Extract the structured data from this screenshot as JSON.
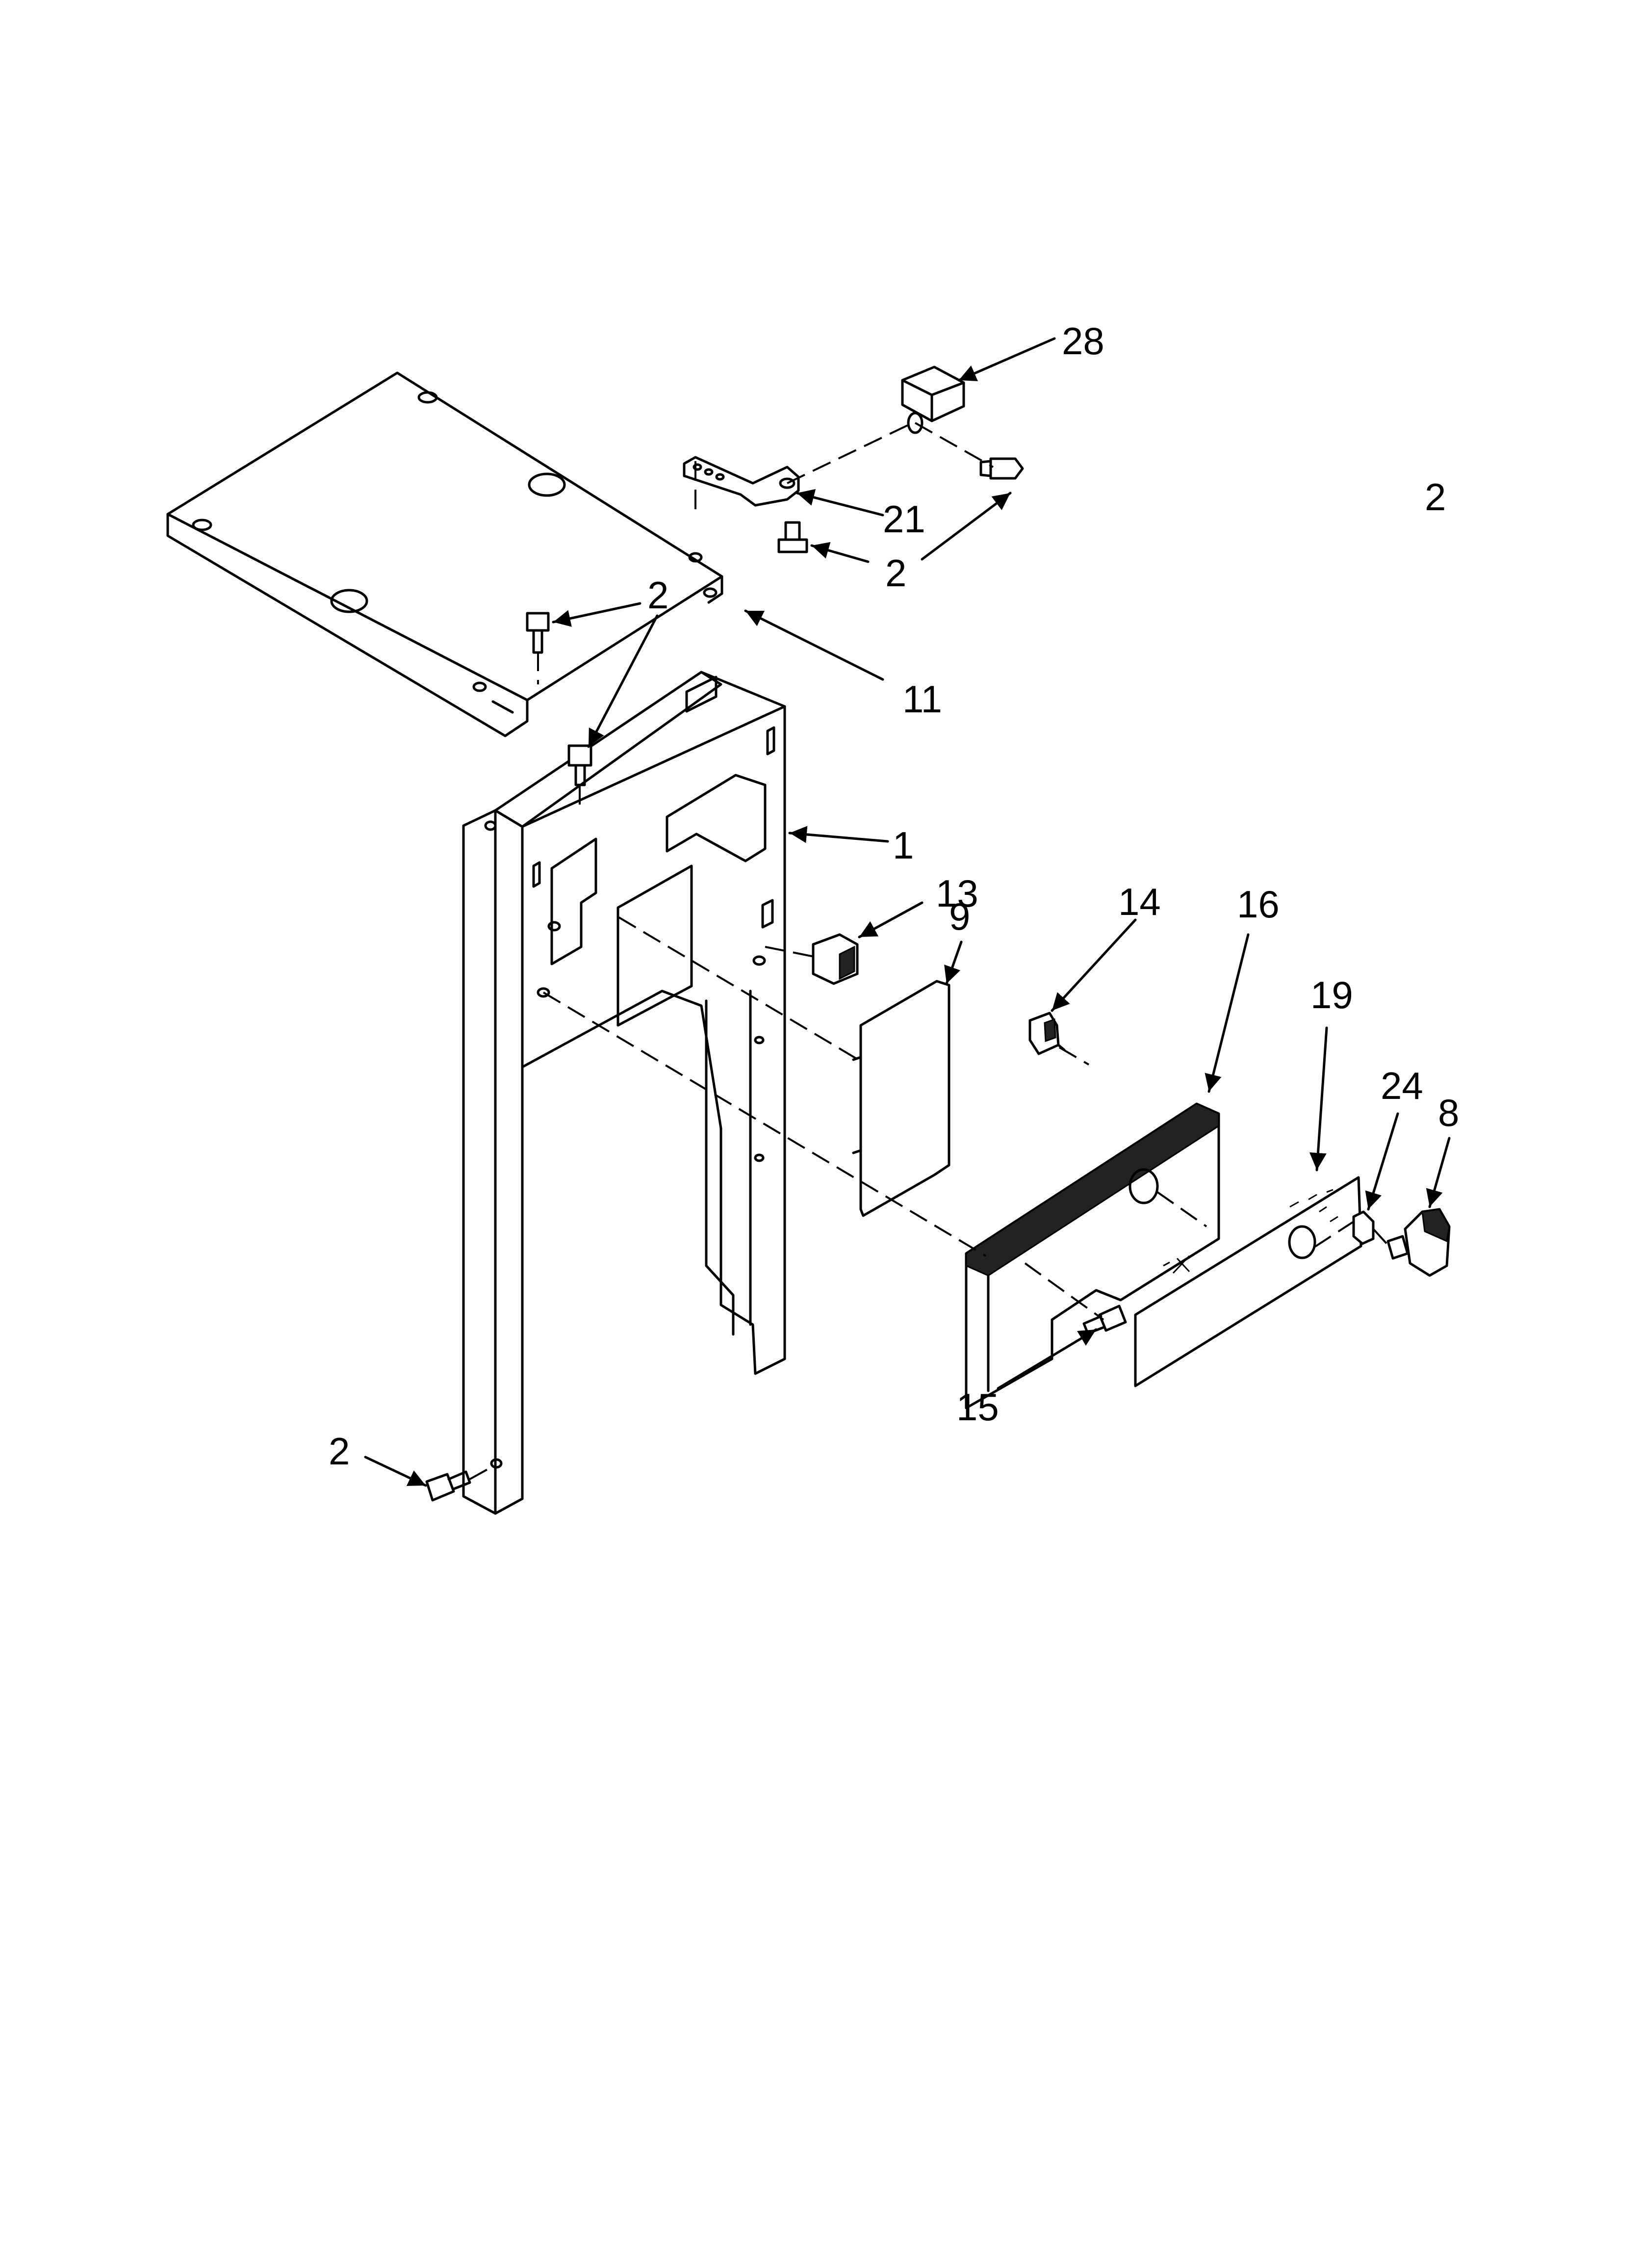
{
  "callouts": [
    "28",
    "21",
    "2",
    "2",
    "2",
    "11",
    "1",
    "13",
    "9",
    "14",
    "16",
    "19",
    "24",
    "8",
    "15",
    "2"
  ]
}
